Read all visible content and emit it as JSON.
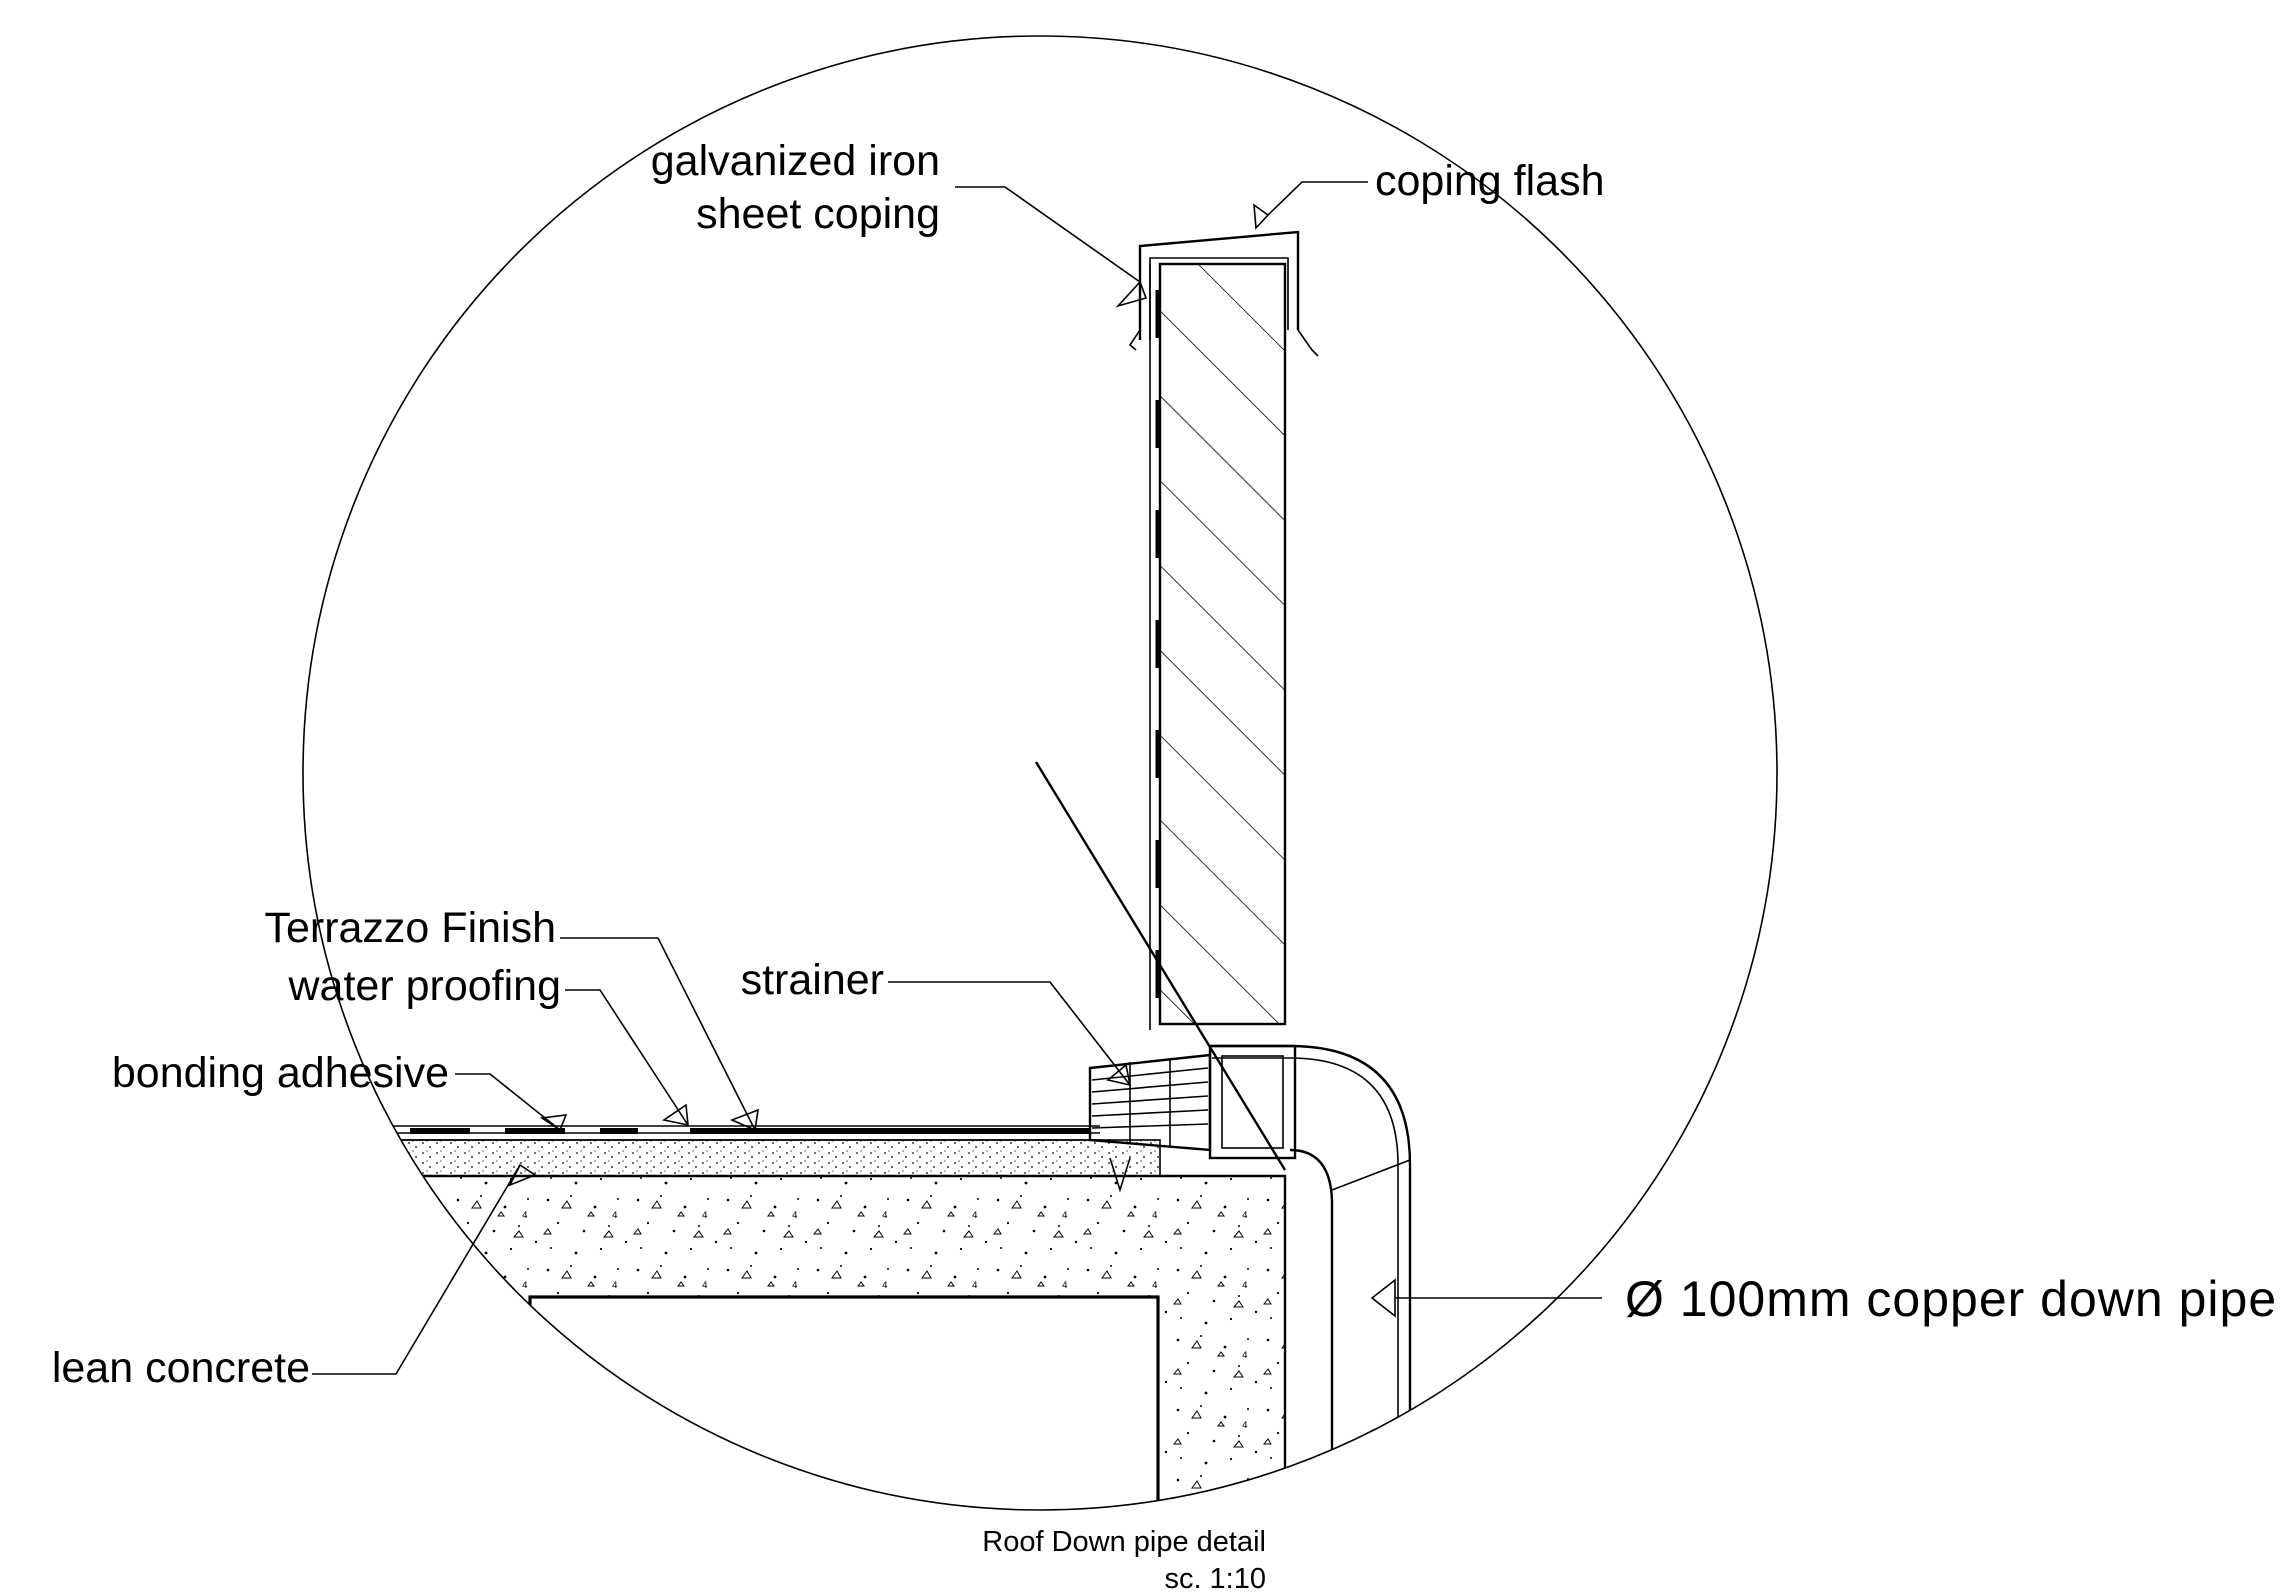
{
  "labels": {
    "galvanized_line1": "galvanized iron",
    "galvanized_line2": "sheet coping",
    "coping_flash": "coping flash",
    "terrazzo": "Terrazzo Finish",
    "waterproofing": "water proofing",
    "strainer": "strainer",
    "bonding_adhesive": "bonding  adhesive",
    "lean_concrete": "lean  concrete",
    "down_pipe": "Ø 100mm copper down pipe"
  },
  "title_block": {
    "title": "Roof Down pipe detail",
    "scale": "sc. 1:10"
  }
}
